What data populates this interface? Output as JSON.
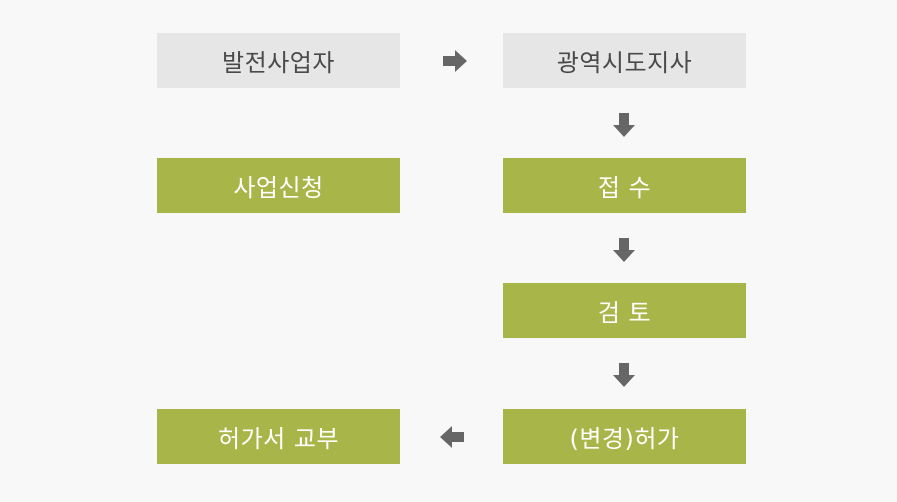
{
  "diagram": {
    "colors": {
      "gray_box": "#e6e6e6",
      "gray_text": "#4a4a4a",
      "green_box": "#a8b548",
      "green_text": "#ffffff",
      "arrow": "#666666"
    },
    "headers": {
      "left": "발전사업자",
      "right": "광역시도지사"
    },
    "steps": {
      "apply": "사업신청",
      "receive": "접 수",
      "review": "검 토",
      "permit": "(변경)허가",
      "issue": "허가서 교부"
    },
    "arrows": [
      {
        "from": "발전사업자",
        "to": "광역시도지사",
        "direction": "right"
      },
      {
        "from": "광역시도지사",
        "to": "접 수",
        "direction": "down"
      },
      {
        "from": "접 수",
        "to": "검 토",
        "direction": "down"
      },
      {
        "from": "검 토",
        "to": "(변경)허가",
        "direction": "down"
      },
      {
        "from": "(변경)허가",
        "to": "허가서 교부",
        "direction": "left"
      }
    ]
  }
}
